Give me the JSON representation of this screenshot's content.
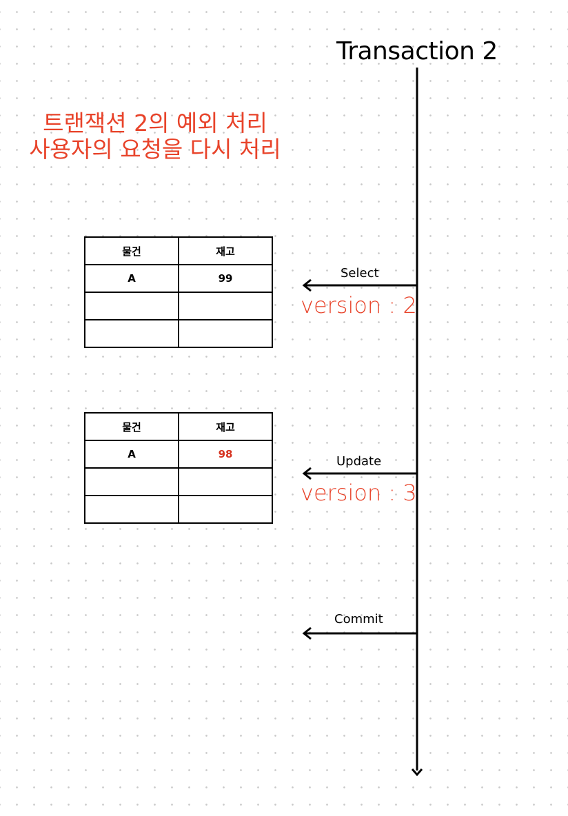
{
  "title": "Transaction 2",
  "note": {
    "line1": "트랜잭션 2의 예외 처리",
    "line2": "사용자의 요청을 다시 처리"
  },
  "tables": [
    {
      "headers": [
        "물건",
        "재고"
      ],
      "rows": [
        [
          "A",
          "99"
        ],
        [
          "",
          ""
        ],
        [
          "",
          ""
        ]
      ]
    },
    {
      "headers": [
        "물건",
        "재고"
      ],
      "rows": [
        [
          "A",
          "98"
        ],
        [
          "",
          ""
        ],
        [
          "",
          ""
        ]
      ]
    }
  ],
  "operations": [
    {
      "label": "Select",
      "version": "version : 2"
    },
    {
      "label": "Update",
      "version": "version : 3"
    },
    {
      "label": "Commit"
    }
  ],
  "colors": {
    "accent": "#e8432a",
    "line": "#000000",
    "background": "#ffffff"
  }
}
